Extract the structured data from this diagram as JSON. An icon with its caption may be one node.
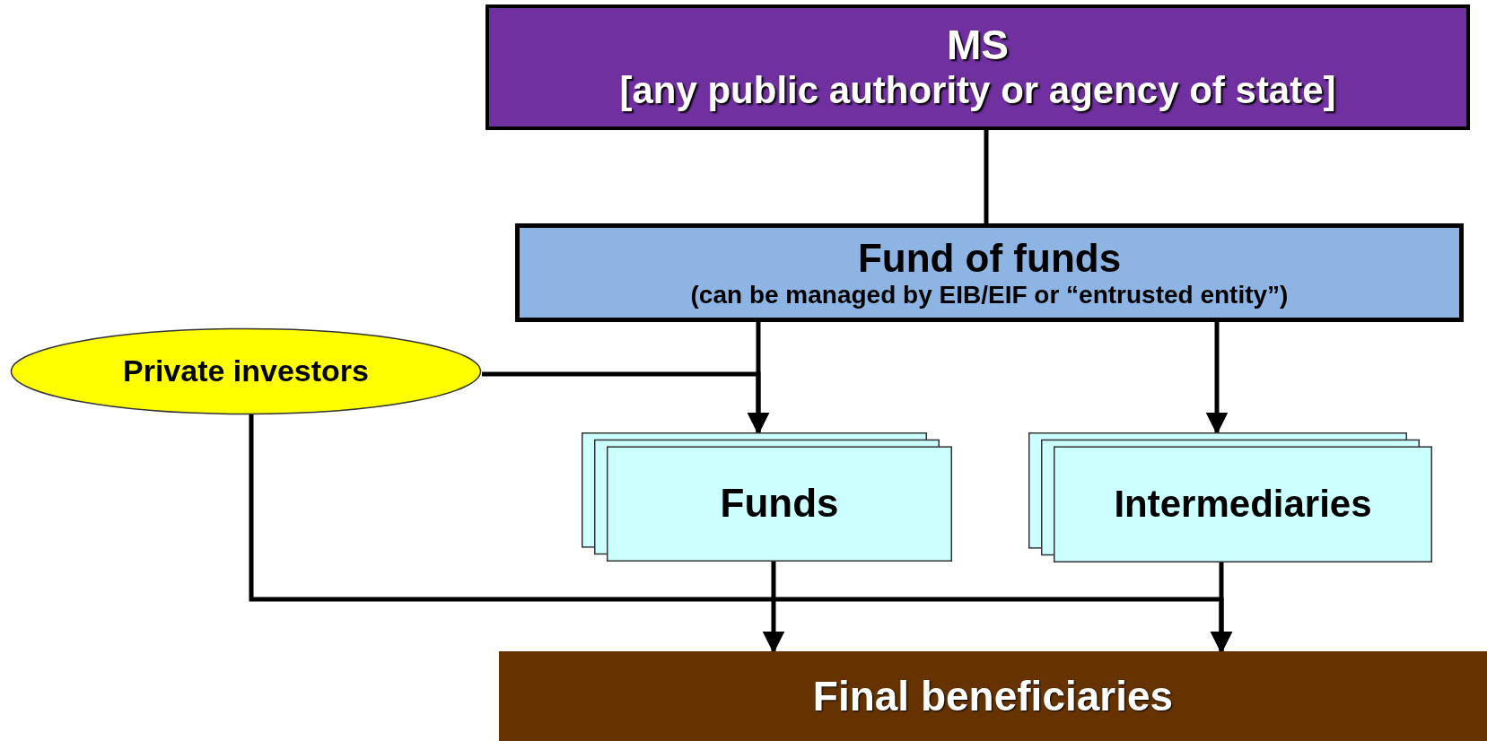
{
  "diagram": {
    "nodes": [
      {
        "text": [
          "MS",
          "[any public authority or agency of state]"
        ]
      },
      {
        "text": [
          "Fund of funds",
          "(can be managed by EIB/EIF or “entrusted entity”)"
        ]
      },
      {
        "text": [
          "Private investors"
        ]
      },
      {
        "text": [
          "Funds"
        ]
      },
      {
        "text": [
          "Intermediaries"
        ]
      },
      {
        "text": [
          "Final beneficiaries"
        ]
      }
    ],
    "edges": [
      {
        "from": 0,
        "to": 1,
        "arrow": "none"
      },
      {
        "from": 1,
        "to": 3,
        "arrow": "to"
      },
      {
        "from": 2,
        "to": 3,
        "arrow": "to"
      },
      {
        "from": 1,
        "to": 4,
        "arrow": "to"
      },
      {
        "from": 3,
        "to": 5,
        "arrow": "to"
      },
      {
        "from": 4,
        "to": 5,
        "arrow": "to"
      },
      {
        "from": 2,
        "to": 5,
        "arrow": "to"
      }
    ]
  }
}
